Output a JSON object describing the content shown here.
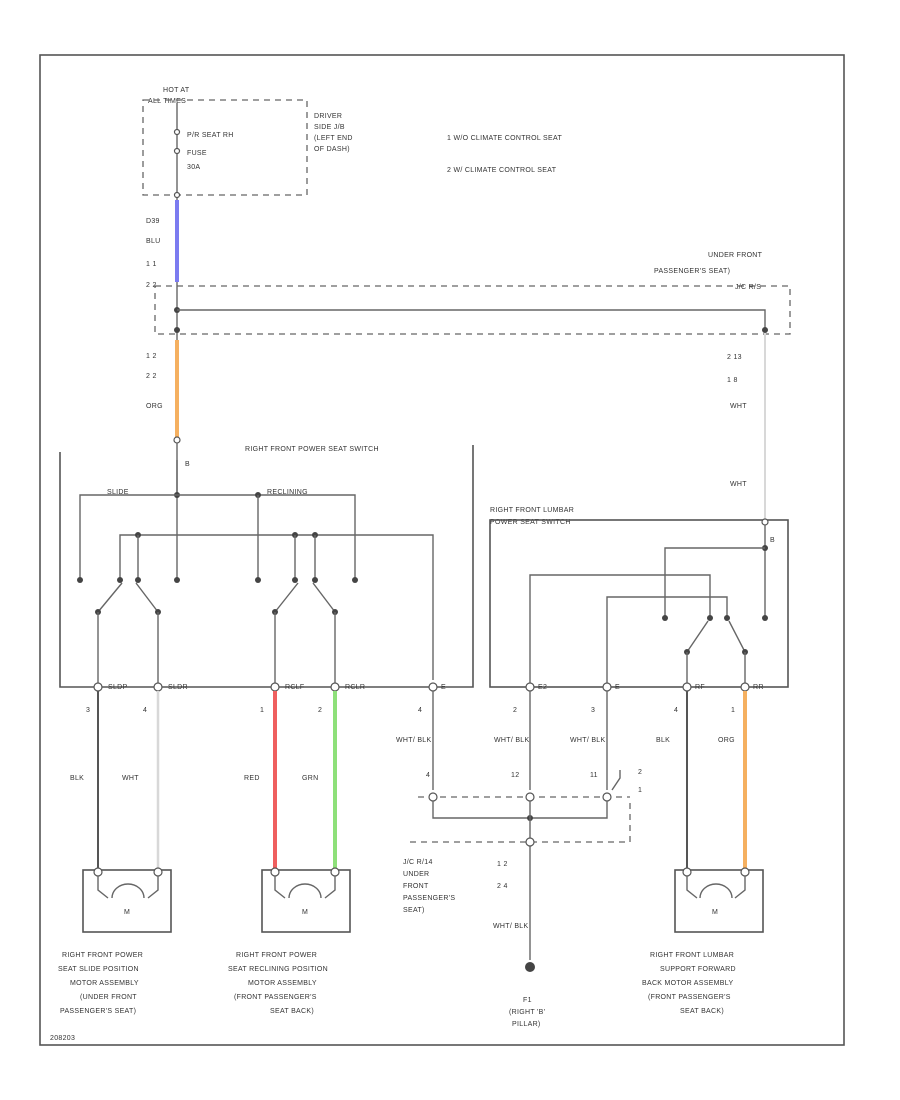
{
  "notes": [
    "1  W/O CLIMATE CONTROL SEAT",
    "2  W/ CLIMATE CONTROL SEAT"
  ],
  "hot_at": [
    "HOT AT",
    "ALL TIMES"
  ],
  "fuse_label": [
    "P/R SEAT RH",
    "FUSE",
    "30A"
  ],
  "jb_label": [
    "DRIVER",
    "SIDE J/B",
    "(LEFT END",
    "OF DASH)"
  ],
  "wire_top": {
    "pin": "D39",
    "color": "BLU",
    "pins": [
      "1  1",
      "2  2"
    ]
  },
  "connector_top_right": [
    "UNDER FRONT",
    "PASSENGER'S SEAT)",
    "J/C R/S"
  ],
  "wire_org_left": {
    "pins": [
      "1  2",
      "2  2"
    ],
    "color": "ORG"
  },
  "wire_wht_right": {
    "pins": [
      "2  13",
      "1  8"
    ],
    "color": "WHT",
    "color2": "WHT"
  },
  "switch_main": {
    "title": "RIGHT FRONT POWER SEAT SWITCH",
    "pin_in": "B",
    "slide_label": "SLIDE",
    "reclining_label": "RECLINING",
    "pins": [
      {
        "name": "SLDP",
        "num": "3",
        "wire": "BLK"
      },
      {
        "name": "SLDR",
        "num": "4",
        "wire": "WHT"
      },
      {
        "name": "RCLF",
        "num": "1",
        "wire": "RED"
      },
      {
        "name": "RCLR",
        "num": "2",
        "wire": "GRN"
      },
      {
        "name": "E",
        "num": "4",
        "wire": "WHT/ BLK"
      }
    ]
  },
  "switch_lumbar": {
    "title": [
      "RIGHT FRONT LUMBAR",
      "POWER SEAT SWITCH"
    ],
    "pin_in": "B",
    "pins": [
      {
        "name": "E2",
        "num": "2",
        "wire": "WHT/ BLK"
      },
      {
        "name": "E",
        "num": "3",
        "wire": "WHT/ BLK"
      },
      {
        "name": "RF",
        "num": "4",
        "wire": "BLK"
      },
      {
        "name": "RR",
        "num": "1",
        "wire": "ORG"
      }
    ]
  },
  "junction": {
    "pins": [
      "4",
      "12",
      "11"
    ],
    "alt": [
      "2",
      "1"
    ],
    "pins_below": [
      "1  2",
      "2  4"
    ],
    "label": [
      "J/C R/14",
      "UNDER",
      "FRONT",
      "PASSENGER'S",
      "SEAT)"
    ],
    "ground_wire": "WHT/ BLK",
    "ground": [
      "F1",
      "(RIGHT 'B'",
      "PILLAR)"
    ]
  },
  "motors": [
    {
      "symbol": "M",
      "label": [
        "RIGHT FRONT POWER",
        "SEAT SLIDE POSITION",
        "MOTOR ASSEMBLY",
        "(UNDER FRONT",
        "PASSENGER'S SEAT)"
      ]
    },
    {
      "symbol": "M",
      "label": [
        "RIGHT FRONT POWER",
        "SEAT RECLINING POSITION",
        "MOTOR ASSEMBLY",
        "(FRONT PASSENGER'S",
        "SEAT BACK)"
      ]
    },
    {
      "symbol": "M",
      "label": [
        "RIGHT FRONT LUMBAR",
        "SUPPORT FORWARD",
        "BACK MOTOR ASSEMBLY",
        "(FRONT PASSENGER'S",
        "SEAT BACK)"
      ]
    }
  ],
  "colors": {
    "blu": "#7b7bf0",
    "org": "#f5b060",
    "red": "#ef5f5f",
    "grn": "#8ee07a",
    "wht": "#d8d8d8"
  },
  "page_id": "208203"
}
